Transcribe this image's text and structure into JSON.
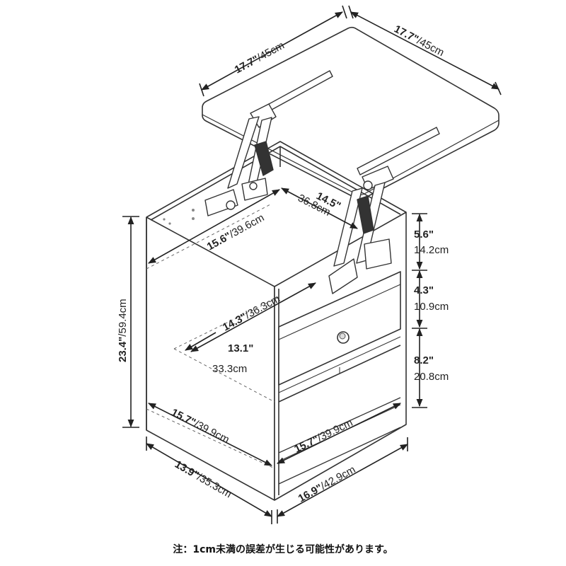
{
  "dimensions": {
    "top_left": {
      "inch": "17.7\"",
      "cm": "/45cm"
    },
    "top_right": {
      "inch": "17.7\"",
      "cm": "/45cm"
    },
    "inner_depth": {
      "inch": "14.5\"",
      "cm": "36.8cm"
    },
    "inner_width": {
      "inch": "15.6\"",
      "cm": "/39.6cm"
    },
    "height": {
      "inch": "23.4\"",
      "cm": "/59.4cm"
    },
    "drawer_width": {
      "inch": "14.3\"",
      "cm": "/36.3cm"
    },
    "drawer_depth": {
      "inch": "13.1\"",
      "cm": "33.3cm"
    },
    "shelf_left": {
      "inch": "15.7\"",
      "cm": "/39.9cm"
    },
    "shelf_right": {
      "inch": "15.7\"",
      "cm": "/39.9cm"
    },
    "base_depth": {
      "inch": "13.9\"",
      "cm": "/35.3cm"
    },
    "base_width": {
      "inch": "16.9\"",
      "cm": "/42.9cm"
    },
    "top_gap": {
      "inch": "5.6\"",
      "cm": "14.2cm"
    },
    "drawer_height": {
      "inch": "4.3\"",
      "cm": "10.9cm"
    },
    "shelf_height": {
      "inch": "8.2\"",
      "cm": "20.8cm"
    }
  },
  "note": "注：1cm未満の誤差が生じる可能性があります。"
}
